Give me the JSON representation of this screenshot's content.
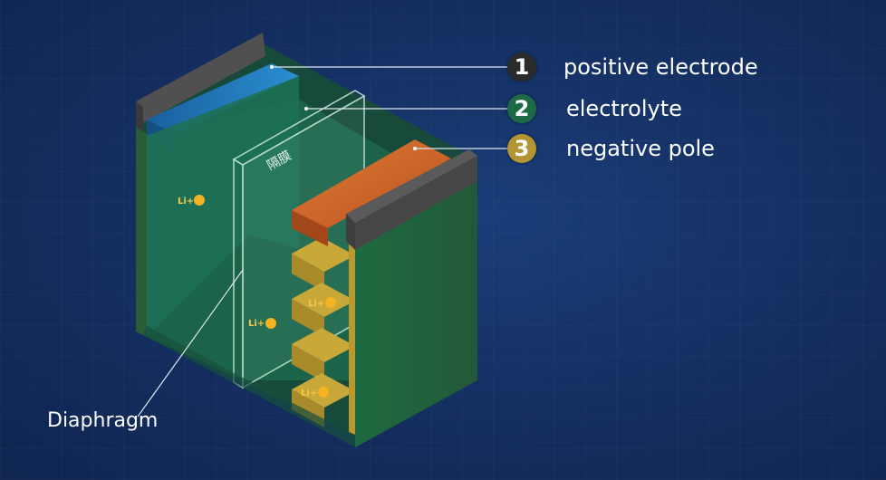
{
  "legend": [
    {
      "number": "1",
      "label": "positive electrode",
      "color": "#2b2b2b"
    },
    {
      "number": "2",
      "label": "electrolyte",
      "color": "#1e6a48"
    },
    {
      "number": "3",
      "label": "negative pole",
      "color": "#b39533"
    }
  ],
  "diaphragm_label": "Diaphragm",
  "separator_text": "隔膜",
  "ion_label": "Li+",
  "colors": {
    "background": "#163264",
    "positive_plate": "#1f7fc0",
    "electrolyte": "#1f7a55",
    "negative_plate": "#d46a2a",
    "anode_layers": "#c9a83a",
    "casing": "#4d4d4d",
    "ion": "#f5b322"
  }
}
